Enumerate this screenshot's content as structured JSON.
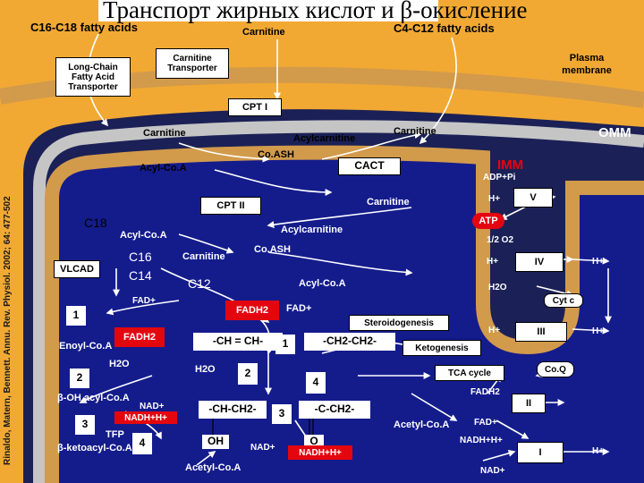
{
  "title": "Транспорт жирных кислот и β-окисление",
  "citation": "Rinaldo, Matern, Bennett. Annu. Rev. Physiol. 2002; 64: 477-502",
  "top": {
    "c16_c18": "C16-C18 fatty acids",
    "carnitine": "Carnitine",
    "c4_c12": "C4-C12 fatty acids"
  },
  "membrane": {
    "long_chain_transporter": "Long-Chain Fatty Acid Transporter",
    "carnitine_transporter": "Carnitine Transporter",
    "plasma_membrane": "Plasma membrane",
    "cpt1": "CPT I",
    "omm": "OMM",
    "imm": "IMM",
    "cact": "CACT",
    "cpt2": "CPT II"
  },
  "intermembrane": {
    "carnitine_left": "Carnitine",
    "acylcarnitine": "Acylcarnitine",
    "carnitine_right": "Carnitine",
    "coash": "Co.ASH",
    "acyl_coa": "Acyl-Co.A"
  },
  "matrix": {
    "c18": "C18",
    "acyl_coa_1": "Acyl-Co.A",
    "c16": "C16",
    "c14": "C14",
    "vlcad": "VLCAD",
    "c12": "C12",
    "carnitine_inner": "Carnitine",
    "carnitine_cact": "Carnitine",
    "acylcarnitine_inner": "Acylcarnitine",
    "coash_inner": "Co.ASH",
    "acyl_coa_2": "Acyl-Co.A",
    "fad_plus": "FAD+",
    "fadh2_left": "FADH2",
    "fadh2_center": "FADH2",
    "fad_plus_center": "FAD+",
    "enoyl_coa": "Enoyl-Co.A",
    "h2o_left": "H2O",
    "hydroxyacyl": "β-OH acyl-Co.A",
    "nad_plus_left": "NAD+",
    "nadh_left": "NADH+H+",
    "tfp": "TFP",
    "ketoacyl": "β-ketoacyl-Co.A",
    "ch_eq_ch": "-CH = CH-",
    "ch2_ch2": "-CH2-CH2-",
    "h2o_center": "H2O",
    "ch_ch2": "-CH-CH2-",
    "oh": "OH",
    "c_ch2": "-C-CH2-",
    "o": "O",
    "nad_plus_center": "NAD+",
    "nadh_center": "NADH+H+",
    "acetyl_coa_bottom": "Acetyl-Co.A",
    "steps": [
      "1",
      "2",
      "3",
      "4"
    ],
    "center_steps": [
      "1",
      "2",
      "3",
      "4"
    ]
  },
  "pathways": {
    "steroidogenesis": "Steroidogenesis",
    "ketogenesis": "Ketogenesis",
    "tca_cycle": "TCA cycle",
    "acetyl_coa_right": "Acetyl-Co.A"
  },
  "etc": {
    "adp_pi": "ADP+Pi",
    "h_plus": "H+",
    "atp": "ATP",
    "half_o2": "1/2 O2",
    "h2o": "H2O",
    "cyt_c": "Cyt c",
    "coq": "Co.Q",
    "fadh2": "FADH2",
    "fad_plus": "FAD+",
    "nadh": "NADH+H+",
    "nad_plus": "NAD+",
    "complexes": [
      "V",
      "IV",
      "III",
      "II",
      "I"
    ]
  },
  "colors": {
    "outer_bg": "#f1a934",
    "membrane_tan": "#d29a4b",
    "matrix_blue": "#141c8c",
    "omm_gray": "#c5c5c5",
    "atp_red": "#e4060f"
  }
}
